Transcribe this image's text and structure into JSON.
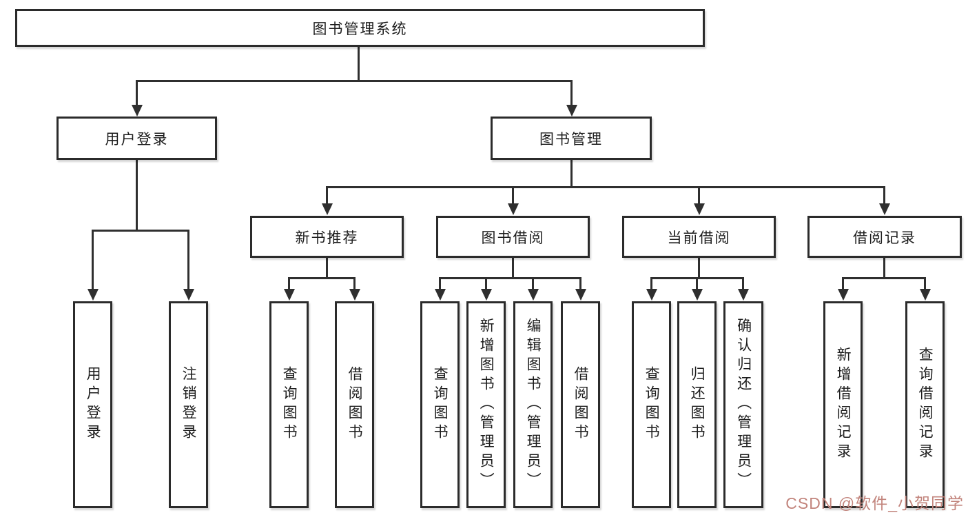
{
  "nodes": {
    "root": "图书管理系统",
    "user_login": {
      "label": "用户登录",
      "children": [
        "用户登录",
        "注销登录"
      ]
    },
    "book_mgmt": {
      "label": "图书管理",
      "sections": [
        {
          "label": "新书推荐",
          "children": [
            "查询图书",
            "借阅图书"
          ]
        },
        {
          "label": "图书借阅",
          "children": [
            "查询图书",
            "新增图书（管理员）",
            "编辑图书（管理员）",
            "借阅图书"
          ]
        },
        {
          "label": "当前借阅",
          "children": [
            "查询图书",
            "归还图书",
            "确认归还（管理员）"
          ]
        },
        {
          "label": "借阅记录",
          "children": [
            "新增借阅记录",
            "查询借阅记录"
          ]
        }
      ]
    }
  },
  "watermark": "CSDN @软件_小贺同学",
  "colors": {
    "line": "#2f2f2f",
    "box_border": "#2b2b2b",
    "background": "#ffffff",
    "watermark": "#c2847c"
  }
}
